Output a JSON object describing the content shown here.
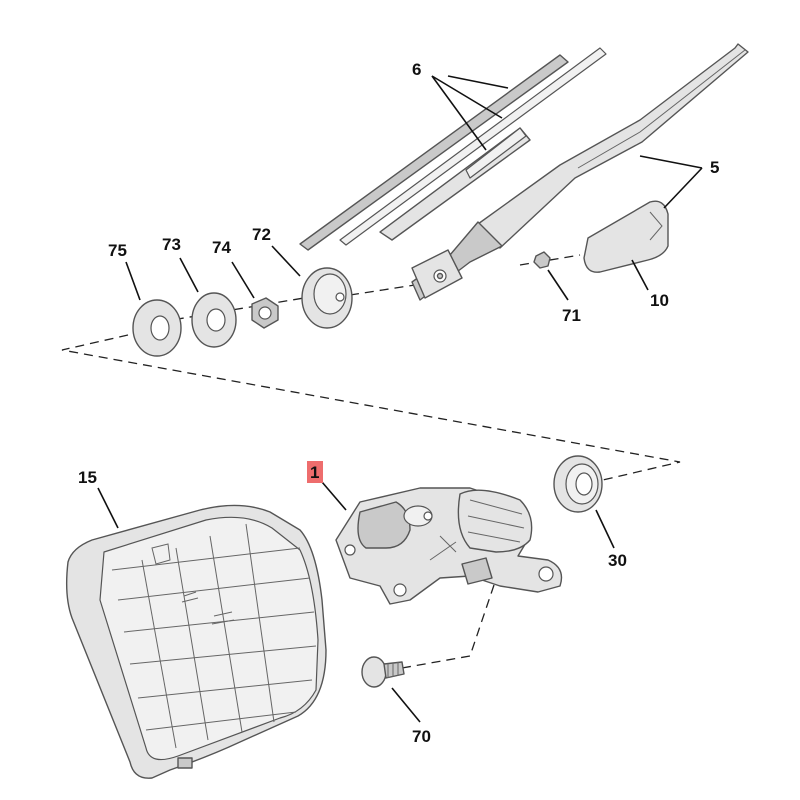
{
  "diagram": {
    "type": "exploded-parts-diagram",
    "colors": {
      "highlight": "#ee6d6d",
      "part_fill": "#e4e4e4",
      "outline": "#555555",
      "label": "#111111"
    },
    "callouts": {
      "c6": {
        "label": "6",
        "part": "wiper blade"
      },
      "c5": {
        "label": "5",
        "part": "wiper arm"
      },
      "c75": {
        "label": "75",
        "part": "seal"
      },
      "c73": {
        "label": "73",
        "part": "washer"
      },
      "c74": {
        "label": "74",
        "part": "nut"
      },
      "c72": {
        "label": "72",
        "part": "cap"
      },
      "c71": {
        "label": "71",
        "part": "nut"
      },
      "c10": {
        "label": "10",
        "part": "arm cover"
      },
      "c15": {
        "label": "15",
        "part": "trim cover"
      },
      "c1": {
        "label": "1",
        "part": "wiper motor",
        "highlighted": true
      },
      "c30": {
        "label": "30",
        "part": "grommet"
      },
      "c70": {
        "label": "70",
        "part": "bolt"
      }
    }
  }
}
